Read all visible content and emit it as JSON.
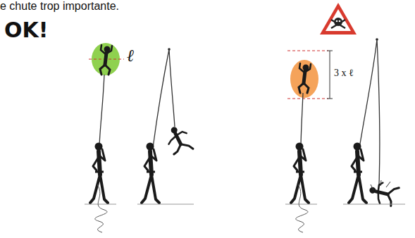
{
  "diagram": {
    "labels": [
      "e chute trop importante.",
      "OK!",
      "ℓ",
      "3 x ℓ"
    ]
  }
}
